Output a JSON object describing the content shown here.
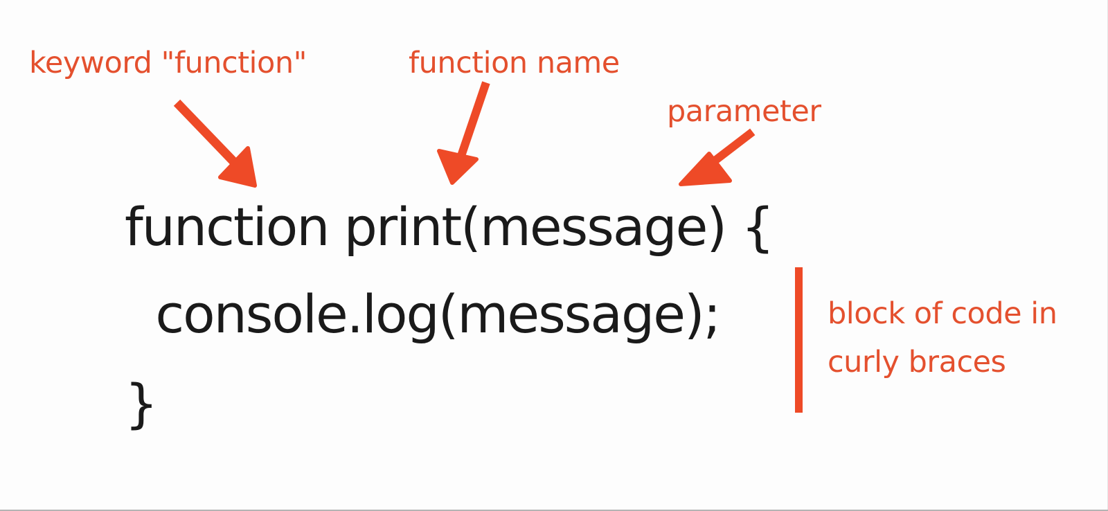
{
  "annotations": {
    "keyword": "keyword \"function\"",
    "function_name": "function name",
    "parameter": "parameter",
    "block_line1": "block of code in",
    "block_line2": "curly braces"
  },
  "code": {
    "line1": "function print(message) {",
    "line2": "  console.log(message);",
    "line3": "}"
  },
  "colors": {
    "accent": "#ee4a27",
    "label": "#e4502e",
    "code": "#1a1a1a",
    "background": "#fdfdfd"
  }
}
